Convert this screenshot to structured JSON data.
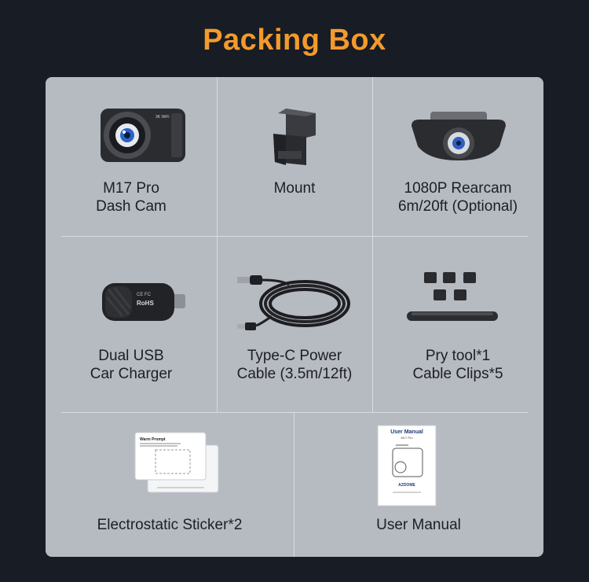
{
  "title": "Packing Box",
  "items": [
    {
      "line1": "M17 Pro",
      "line2": "Dash Cam",
      "icon": "dash-cam"
    },
    {
      "line1": "Mount",
      "line2": "",
      "icon": "mount"
    },
    {
      "line1": "1080P Rearcam",
      "line2": "6m/20ft (Optional)",
      "icon": "rear-camera"
    },
    {
      "line1": "Dual USB",
      "line2": "Car Charger",
      "icon": "car-charger"
    },
    {
      "line1": "Type-C Power",
      "line2": "Cable (3.5m/12ft)",
      "icon": "power-cable"
    },
    {
      "line1": "Pry tool*1",
      "line2": "Cable Clips*5",
      "icon": "pry-tool-clips"
    },
    {
      "line1": "Electrostatic Sticker*2",
      "line2": "",
      "icon": "sticker"
    },
    {
      "line1": "User Manual",
      "line2": "",
      "icon": "manual"
    }
  ],
  "product_text": {
    "charger_mark": "RoHS",
    "manual_title": "User Manual",
    "manual_model": "M17 Pro",
    "manual_brand": "AZDOME",
    "sticker_title": "Warm Prompt"
  },
  "colors": {
    "title": "#f39a2c",
    "background": "#181c24",
    "panel": "#b6bac1"
  }
}
